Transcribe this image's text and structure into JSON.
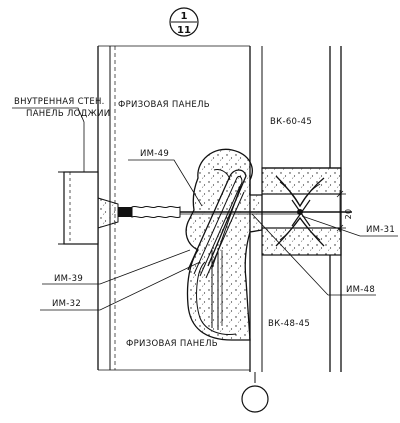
{
  "section_mark": {
    "top": "1",
    "bottom": "11"
  },
  "labels": {
    "inner_wall_line1": "ВНУТРЕННАЯ СТЕН.",
    "inner_wall_line2": "ПАНЕЛЬ ЛОДЖИИ",
    "frieze_panel_top": "ФРИЗОВАЯ ПАНЕЛЬ",
    "frieze_panel_bottom": "ФРИЗОВАЯ ПАНЕЛЬ",
    "beam_top": "ВК-60-45",
    "beam_bottom": "ВК-48-45",
    "im49": "ИМ-49",
    "im39": "ИМ-39",
    "im32": "ИМ-32",
    "im31": "ИМ-31",
    "im48": "ИМ-48",
    "dim20": "20"
  },
  "colors": {
    "ink": "#111111",
    "paper": "#ffffff"
  }
}
